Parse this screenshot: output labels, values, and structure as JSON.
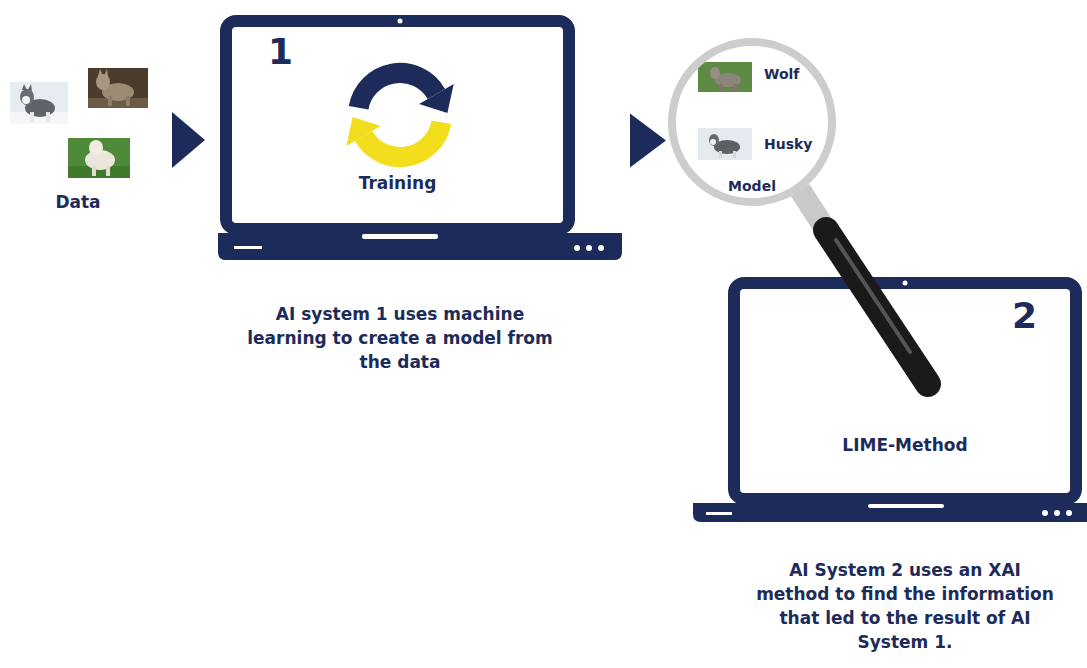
{
  "diagram": {
    "nodes": [
      {
        "text": [
          "1",
          "Training"
        ]
      },
      {
        "text": [
          "Wolf",
          "Husky",
          "Model"
        ]
      },
      {
        "text": [
          "2",
          "LIME-Method"
        ]
      }
    ],
    "edges": [
      {
        "from": 0,
        "to": 1,
        "arrow": "to"
      }
    ],
    "labels": [
      "Data",
      "AI system 1 uses machine learning to create a model from the data",
      "AI System 2 uses an XAI method to find the information that led to the result of AI System 1."
    ]
  }
}
